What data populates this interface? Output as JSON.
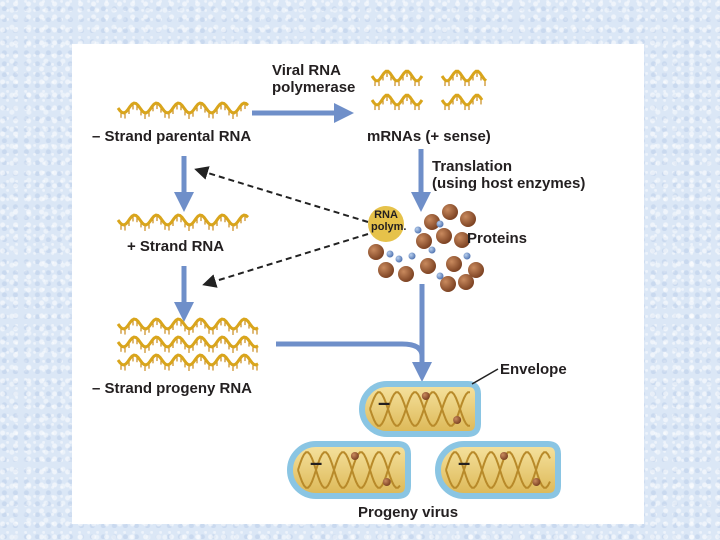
{
  "labels": {
    "viral_rna_polymerase": [
      "Viral RNA",
      "polymerase"
    ],
    "minus_strand_parental": "– Strand parental RNA",
    "mrnas": "mRNAs (+ sense)",
    "translation": [
      "Translation",
      "(using host enzymes)"
    ],
    "rna_polym": [
      "RNA",
      "polym."
    ],
    "proteins": "Proteins",
    "plus_strand": "+ Strand RNA",
    "minus_strand_progeny": "– Strand progeny RNA",
    "envelope": "Envelope",
    "progeny_virus": "Progeny virus",
    "virion_sign": "–"
  },
  "colors": {
    "rna_strand": "#d9a51c",
    "arrow": "#6f8fc9",
    "dashed_arrow": "#222222",
    "protein": "#a5603a",
    "small_protein": "#7b9fd0",
    "rna_polym_blob": "#e6c24a",
    "envelope": "#8ac5e3",
    "virion_fill": "#ecd27a"
  }
}
